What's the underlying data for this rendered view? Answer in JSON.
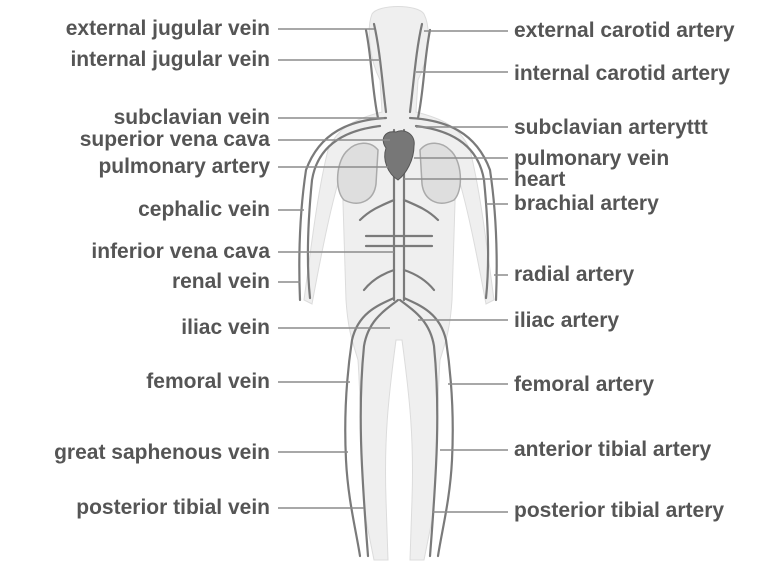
{
  "left_labels": [
    {
      "text": "external jugular vein"
    },
    {
      "text": "internal jugular vein"
    },
    {
      "text": "subclavian vein"
    },
    {
      "text": "superior vena cava"
    },
    {
      "text": "pulmonary artery"
    },
    {
      "text": "cephalic vein"
    },
    {
      "text": "inferior vena cava"
    },
    {
      "text": "renal vein"
    },
    {
      "text": "iliac vein"
    },
    {
      "text": "femoral vein"
    },
    {
      "text": "great saphenous vein"
    },
    {
      "text": "posterior tibial vein"
    }
  ],
  "right_labels": [
    {
      "text": "external carotid artery"
    },
    {
      "text": "internal carotid artery"
    },
    {
      "text": "subclavian arteryttt"
    },
    {
      "text": "pulmonary vein"
    },
    {
      "text": "heart"
    },
    {
      "text": "brachial artery"
    },
    {
      "text": "radial artery"
    },
    {
      "text": "iliac artery"
    },
    {
      "text": "femoral artery"
    },
    {
      "text": "anterior tibial artery"
    },
    {
      "text": "posterior tibial artery"
    }
  ],
  "colors": {
    "label": "#555555",
    "leader": "#8c8c8c",
    "vessel": "#7a7a7a",
    "silhouette": "#e6e6e6",
    "heart": "#777777"
  }
}
